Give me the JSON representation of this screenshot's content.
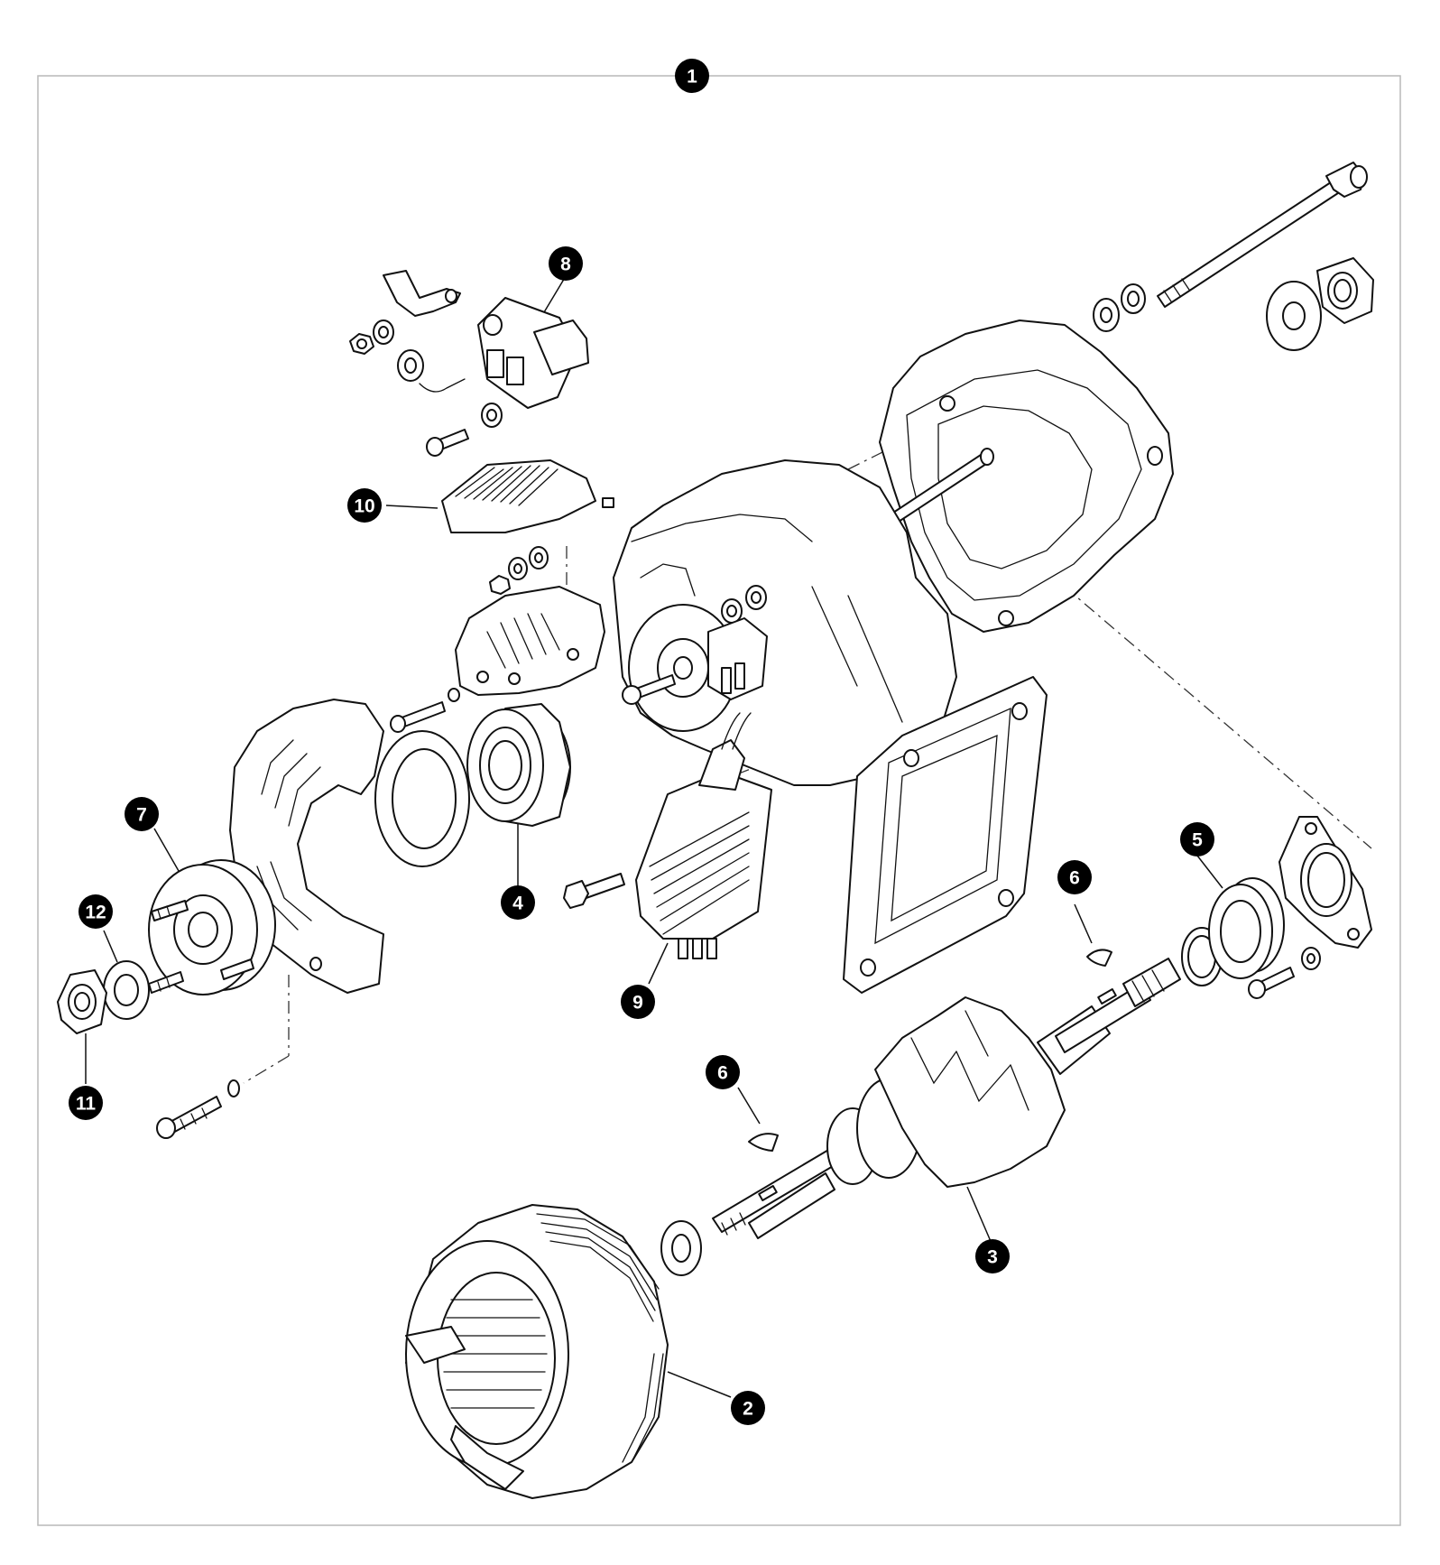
{
  "diagram": {
    "type": "exploded-parts-view",
    "callouts": [
      {
        "id": "c1",
        "label": "1",
        "part": "assembly"
      },
      {
        "id": "c2",
        "label": "2",
        "part": "stator"
      },
      {
        "id": "c3",
        "label": "3",
        "part": "rotor"
      },
      {
        "id": "c4",
        "label": "4",
        "part": "bearing"
      },
      {
        "id": "c5",
        "label": "5",
        "part": "bearing"
      },
      {
        "id": "c6a",
        "label": "6",
        "part": "key"
      },
      {
        "id": "c6b",
        "label": "6",
        "part": "key"
      },
      {
        "id": "c7",
        "label": "7",
        "part": "drive-flange"
      },
      {
        "id": "c8",
        "label": "8",
        "part": "brush-holder"
      },
      {
        "id": "c9",
        "label": "9",
        "part": "regulator"
      },
      {
        "id": "c10",
        "label": "10",
        "part": "rectifier"
      },
      {
        "id": "c11",
        "label": "11",
        "part": "nut"
      },
      {
        "id": "c12",
        "label": "12",
        "part": "washer"
      }
    ],
    "colors": {
      "line": "#111111",
      "callout": "#000000",
      "frame": "#b9b9b9",
      "background": "#ffffff"
    }
  }
}
